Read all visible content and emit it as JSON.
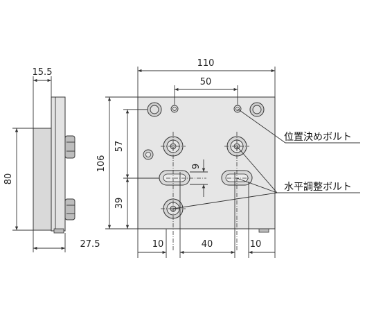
{
  "dimensions": {
    "side_top_width": "15.5",
    "side_height": "80",
    "side_bottom_width": "27.5",
    "front_width": "110",
    "pin_spacing": "50",
    "front_height": "106",
    "upper_height": "57",
    "slot_height": "9",
    "lower_height": "39",
    "bottom_left": "10",
    "bottom_mid": "40",
    "bottom_right": "10"
  },
  "labels": {
    "positioning_bolt": "位置決めボルト",
    "leveling_bolt": "水平調整ボルト"
  },
  "colors": {
    "plate_fill": "#e6e6e6",
    "side_fill": "#d9d9d9",
    "line": "#333333"
  }
}
